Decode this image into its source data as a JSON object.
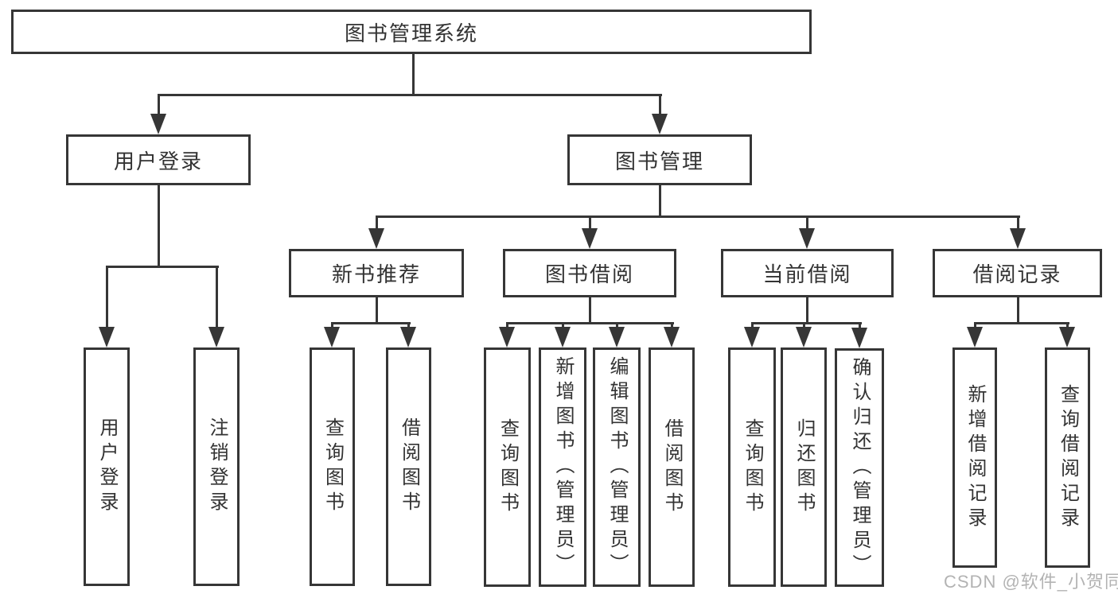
{
  "diagram_title": "图书管理系统",
  "line_color": "#363636",
  "nodes": {
    "root": {
      "label": "图书管理系统",
      "children": [
        "user_login",
        "book_mgmt"
      ]
    },
    "user_login": {
      "label": "用户登录",
      "children": [
        "login",
        "logout"
      ]
    },
    "book_mgmt": {
      "label": "图书管理",
      "children": [
        "new_rec",
        "borrow",
        "current",
        "records"
      ]
    },
    "login": {
      "label": "用户登录"
    },
    "logout": {
      "label": "注销登录"
    },
    "new_rec": {
      "label": "新书推荐",
      "children": [
        "nr_query",
        "nr_borrow"
      ]
    },
    "borrow": {
      "label": "图书借阅",
      "children": [
        "bb_query",
        "bb_add",
        "bb_edit",
        "bb_borrow"
      ]
    },
    "current": {
      "label": "当前借阅",
      "children": [
        "cb_query",
        "cb_return",
        "cb_confirm"
      ]
    },
    "records": {
      "label": "借阅记录",
      "children": [
        "br_add",
        "br_query"
      ]
    },
    "nr_query": {
      "label": "查询图书"
    },
    "nr_borrow": {
      "label": "借阅图书"
    },
    "bb_query": {
      "label": "查询图书"
    },
    "bb_add": {
      "label": "新增图书（管理员）"
    },
    "bb_edit": {
      "label": "编辑图书（管理员）"
    },
    "bb_borrow": {
      "label": "借阅图书"
    },
    "cb_query": {
      "label": "查询图书"
    },
    "cb_return": {
      "label": "归还图书"
    },
    "cb_confirm": {
      "label": "确认归还（管理员）"
    },
    "br_add": {
      "label": "新增借阅记录"
    },
    "br_query": {
      "label": "查询借阅记录"
    }
  },
  "watermark": {
    "text": "CSDN @软件_小贺同学",
    "color": "#b3b3b3"
  }
}
